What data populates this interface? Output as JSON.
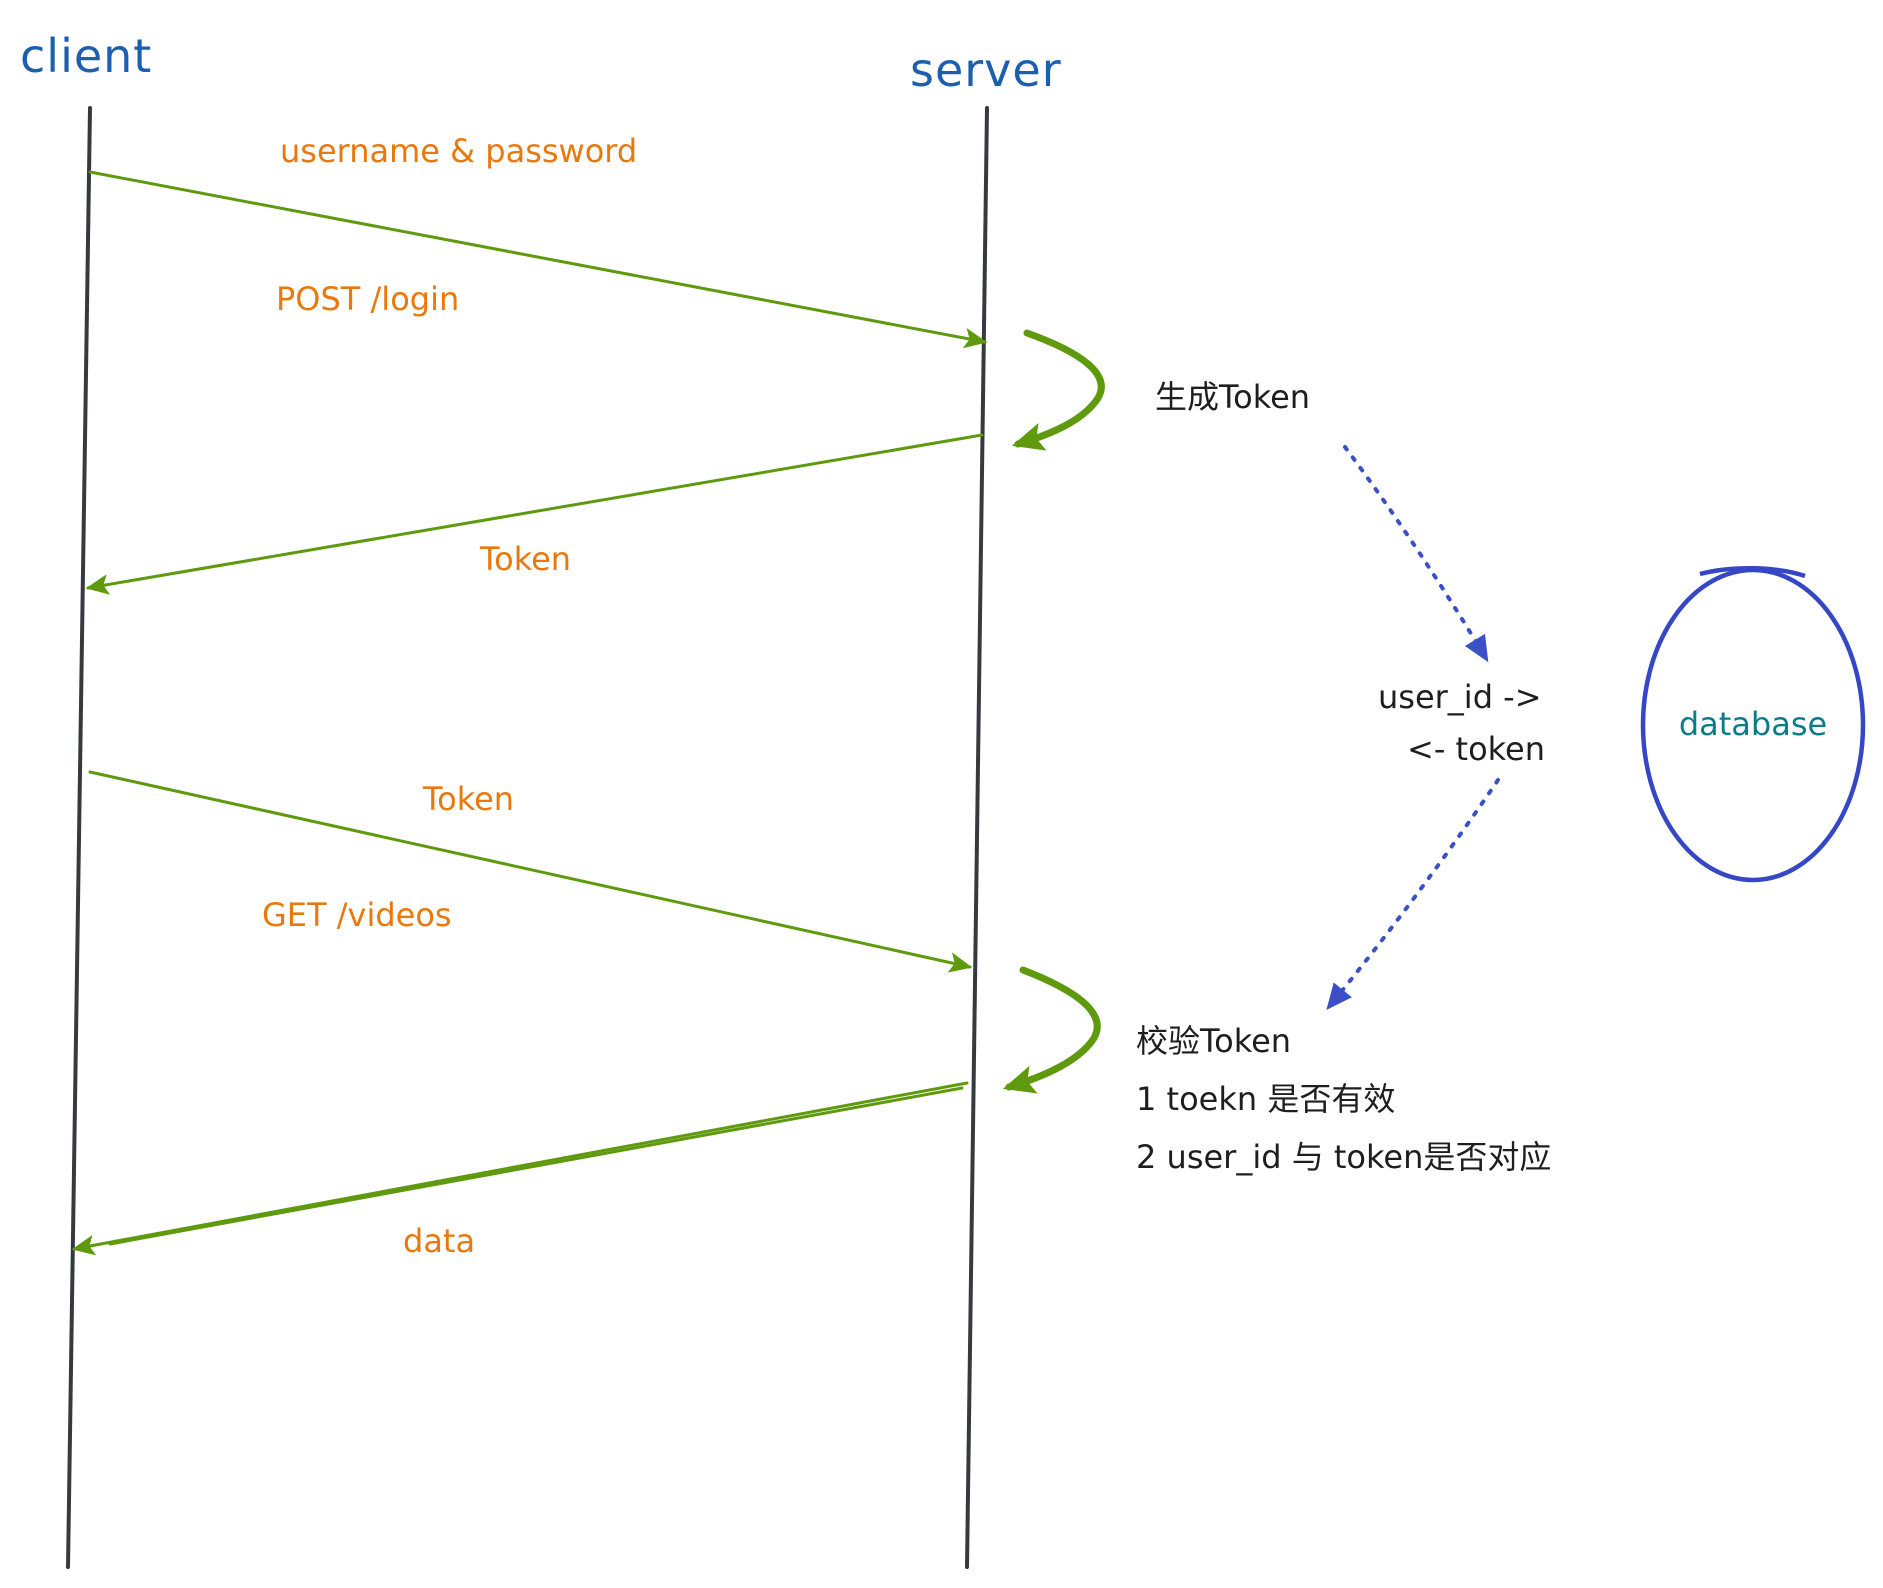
{
  "diagram": {
    "client_label": "client",
    "server_label": "server"
  },
  "messages": [
    {
      "labels": [
        "username & password",
        "POST /login"
      ]
    },
    {
      "labels": [
        "Token"
      ]
    },
    {
      "labels": [
        "Token",
        "GET /videos"
      ]
    },
    {
      "labels": [
        "data"
      ]
    }
  ],
  "server_notes": {
    "generate_token": "生成Token",
    "verify_token": {
      "title": "校验Token",
      "checks": [
        "1 toekn 是否有效",
        "2 user_id 与 token是否对应"
      ]
    }
  },
  "token_store": {
    "lines": [
      "user_id ->",
      "<- token"
    ]
  },
  "database": {
    "label": "database"
  },
  "colors": {
    "lifeline_label": "#1c5fae",
    "lifeline": "#343a40",
    "message_arrow": "#5f9a0e",
    "message_label": "#e8790c",
    "note_text": "#1e1e1e",
    "dotted_arrow": "#3b4fc7",
    "database_outline": "#3547c4",
    "database_label": "#0c7c8a"
  }
}
